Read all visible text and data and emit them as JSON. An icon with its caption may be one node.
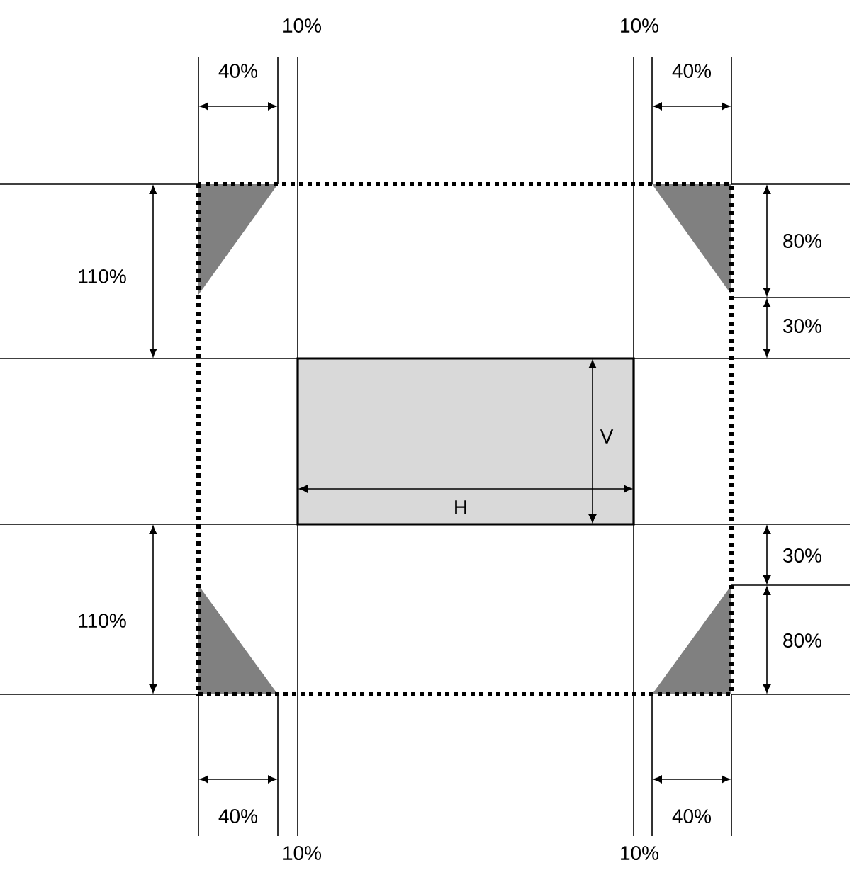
{
  "diagram": {
    "labels": [
      "10%",
      "10%",
      "40%",
      "40%",
      "110%",
      "80%",
      "30%",
      "V",
      "H",
      "110%",
      "30%",
      "80%",
      "40%",
      "40%",
      "10%",
      "10%"
    ]
  }
}
